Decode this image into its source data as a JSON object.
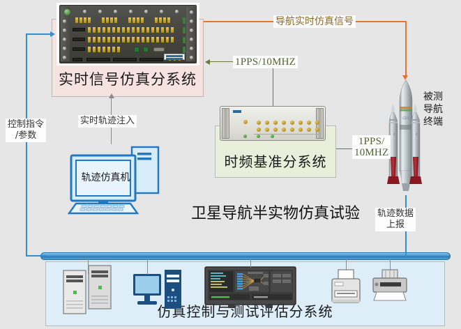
{
  "diagram": {
    "main_title": "卫星导航半实物仿真试验",
    "background_color": "#e6e6e6"
  },
  "subsystems": {
    "rt_signal_sim": {
      "title": "实时信号仿真分系统",
      "panel_color": "#f6e2e1",
      "device": "rack-chassis-signal-simulator"
    },
    "time_freq_ref": {
      "title": "时频基准分系统",
      "panel_color": "#eaefdb",
      "device": "rack-chassis-time-frequency"
    },
    "sim_control_eval": {
      "title": "仿真控制与测试评估分系统",
      "panel_color": "#ddeef8",
      "devices": [
        "server-tower",
        "server-tower",
        "desktop-monitor",
        "workstation-tower",
        "operator-console-display",
        "printer",
        "printer"
      ]
    },
    "trajectory_simulator": {
      "label": "轨迹仿真机",
      "device": "laptop-computer"
    },
    "navigation_terminal": {
      "label": "被测导航终端",
      "label_lines": [
        "被测",
        "导航",
        "终端"
      ],
      "device": "rocket-launch-vehicle"
    }
  },
  "edge_labels": {
    "nav_realtime_signal": "导航实时仿真信号",
    "pps_10mhz_top": "1PPS/10MHZ",
    "pps_10mhz_right_line1": "1PPS/",
    "pps_10mhz_right_line2": "10MHZ",
    "control_cmd_line1": "控制指令",
    "control_cmd_line2": "/参数",
    "realtime_trajectory_inject": "实时轨迹注入",
    "trajectory_data_report_line1": "轨迹数据",
    "trajectory_data_report_line2": "上报"
  },
  "colors": {
    "signal_line_orange": "#e2762a",
    "control_line_blue": "#2f8fd0",
    "clock_line_olive": "#6b7a3a",
    "data_line_gray": "#8a8a8a",
    "bus_blue": "#2d7cb5"
  }
}
